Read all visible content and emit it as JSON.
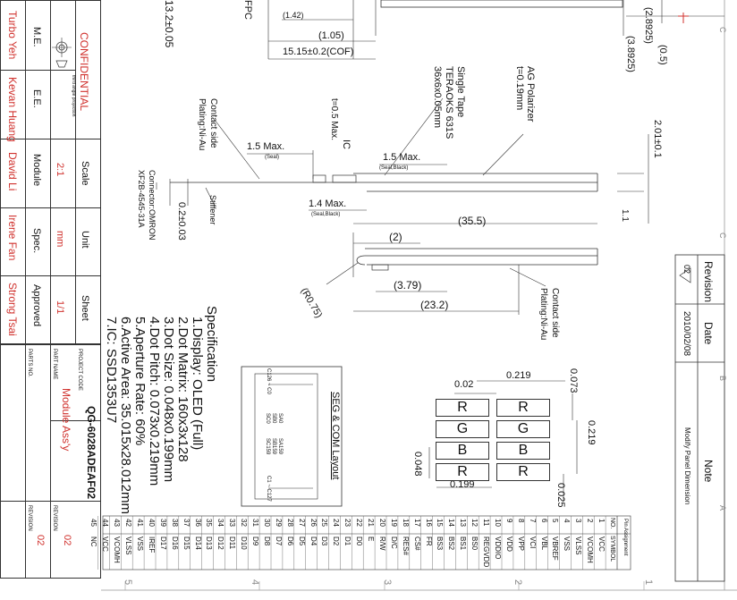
{
  "title_block": {
    "confidential": "CONFIDENTIAL",
    "rows": [
      {
        "label": "M.E.",
        "value": "Turbo Yeh"
      },
      {
        "label": "E.E.",
        "value": "Kevan Huang"
      },
      {
        "label": "Module",
        "value": "David Li"
      },
      {
        "label": "Spec.",
        "value": "Irene Fan"
      },
      {
        "label": "Approved",
        "value": "Strong Tsai"
      }
    ],
    "scale_label": "Scale",
    "scale_value": "2:1",
    "unit_label": "Unit",
    "unit_value": "mm",
    "sheet_label": "Sheet",
    "sheet_value": "1/1",
    "project_code_label": "PROJECT CODE",
    "project_code": "QG-6028ADEAF02",
    "part_name_label": "PART NAME",
    "part_name": "Module Ass'y",
    "parts_no_label": "PARTS NO.",
    "revision_label": "REVISION",
    "revision_value": "02",
    "revision2_value": "02",
    "projection_small": "third angle projection"
  },
  "revision_table": {
    "col_revision": "Revision",
    "col_date": "Date",
    "col_note": "Note",
    "rev": "02",
    "date": "2010/02/08",
    "note": "Modify Panel Dimension"
  },
  "dimensions": {
    "top_fpc": "FPC",
    "d_13_2": "13.2±0.05",
    "d_1_42": "(1.42)",
    "d_1_05": "(1.05)",
    "d_15_15": "15.15±0.2(COF)",
    "d_0_5": "(0.5)",
    "d_2_8925": "(2.8925)",
    "d_3_8925": "(3.8925)",
    "d_2_01": "2.01±0.1",
    "d_1_1": "1.1",
    "d_35_5": "(35.5)",
    "d_2": "(2)",
    "d_3_79": "(3.79)",
    "d_23_2": "(23.2)",
    "d_r075": "(R0.75)",
    "d_0_2": "0.2±0.03",
    "d_1_5max_a": "1.5 Max.",
    "seal_a": "(Seal)",
    "d_1_5max_b": "1.5 Max.",
    "seal_b": "(Seal,Black)",
    "d_1_4max": "1.4 Max.",
    "seal_c": "(Seal,Black)",
    "t05": "t=0.5 Max.",
    "ic": "IC"
  },
  "callouts": {
    "ag_pol_1": "AG Polarizer",
    "ag_pol_2": "t=0.19mm",
    "tape_1": "Single Tape",
    "tape_2": "TERAOKS 631S",
    "tape_3": "36x6x0.05mm",
    "contact_1": "Contact side",
    "contact_2": "Plating:Ni-Au",
    "contact_b1": "Contact side",
    "contact_b2": "Plating:Ni-Au",
    "stiffener": "Stiffener",
    "connector_1": "Connector:OMRON",
    "connector_2": "XF2B-4545-31A"
  },
  "specification": {
    "heading": "Specification",
    "items": [
      "1.Display: OLED (Full)",
      "2.Dot Matrix: 160x3x128",
      "3.Dot Size: 0.048x0.199mm",
      "4.Dot Pitch: 0.073x0.219mm",
      "5.Aperture Rate: 60%",
      "6.Active Area: 35.015x28.012mm",
      "7.IC: SSD1353U7"
    ]
  },
  "seg_com": {
    "title": "SEG & COM Layout",
    "labels": [
      "C126 ~ C0",
      "SA0",
      "SB0",
      "SC0",
      "SA159",
      "SB159",
      "SC159",
      "C1 ~ C127"
    ]
  },
  "pixel": {
    "cells": [
      "R",
      "R",
      "G",
      "G",
      "B",
      "B",
      "R",
      "R"
    ],
    "d_0_219_top": "0.219",
    "d_0_02": "0.02",
    "d_0_073": "0.073",
    "d_0_219_side": "0.219",
    "d_0_048": "0.048",
    "d_0_199": "0.199",
    "d_0_025": "0.025"
  },
  "pins": {
    "header_title": "Pin Assignment",
    "header_no": "NO.",
    "header_sym": "SYMBOL",
    "list": [
      {
        "no": "1",
        "sym": "VCC"
      },
      {
        "no": "2",
        "sym": "VCOMH"
      },
      {
        "no": "3",
        "sym": "VLSS"
      },
      {
        "no": "4",
        "sym": "VSS"
      },
      {
        "no": "5",
        "sym": "VBREF"
      },
      {
        "no": "6",
        "sym": "VBL"
      },
      {
        "no": "7",
        "sym": "VCI"
      },
      {
        "no": "8",
        "sym": "VPP"
      },
      {
        "no": "9",
        "sym": "VDD"
      },
      {
        "no": "10",
        "sym": "VDDIO"
      },
      {
        "no": "11",
        "sym": "REGVDD"
      },
      {
        "no": "12",
        "sym": "BS0"
      },
      {
        "no": "13",
        "sym": "BS1"
      },
      {
        "no": "14",
        "sym": "BS2"
      },
      {
        "no": "15",
        "sym": "BS3"
      },
      {
        "no": "16",
        "sym": "FR"
      },
      {
        "no": "17",
        "sym": "CS#"
      },
      {
        "no": "18",
        "sym": "RES#"
      },
      {
        "no": "19",
        "sym": "D/C"
      },
      {
        "no": "20",
        "sym": "R/W"
      },
      {
        "no": "21",
        "sym": "E"
      },
      {
        "no": "22",
        "sym": "D0"
      },
      {
        "no": "23",
        "sym": "D1"
      },
      {
        "no": "24",
        "sym": "D2"
      },
      {
        "no": "25",
        "sym": "D3"
      },
      {
        "no": "26",
        "sym": "D4"
      },
      {
        "no": "27",
        "sym": "D5"
      },
      {
        "no": "28",
        "sym": "D6"
      },
      {
        "no": "29",
        "sym": "D7"
      },
      {
        "no": "30",
        "sym": "D8"
      },
      {
        "no": "31",
        "sym": "D9"
      },
      {
        "no": "32",
        "sym": "D10"
      },
      {
        "no": "33",
        "sym": "D11"
      },
      {
        "no": "34",
        "sym": "D12"
      },
      {
        "no": "35",
        "sym": "D13"
      },
      {
        "no": "36",
        "sym": "D14"
      },
      {
        "no": "37",
        "sym": "D15"
      },
      {
        "no": "38",
        "sym": "D16"
      },
      {
        "no": "39",
        "sym": "D17"
      },
      {
        "no": "40",
        "sym": "IREF"
      },
      {
        "no": "41",
        "sym": "VSS"
      },
      {
        "no": "42",
        "sym": "VLSS"
      },
      {
        "no": "43",
        "sym": "VCOMH"
      },
      {
        "no": "44",
        "sym": "VCC"
      },
      {
        "no": "45",
        "sym": "NC"
      }
    ]
  },
  "border_marks": {
    "letters": [
      "C",
      "B",
      "A"
    ],
    "numbers": [
      "5",
      "4",
      "3",
      "2",
      "1"
    ]
  },
  "colors": {
    "red": "#d0312d",
    "line": "#222222",
    "light": "#999999"
  }
}
